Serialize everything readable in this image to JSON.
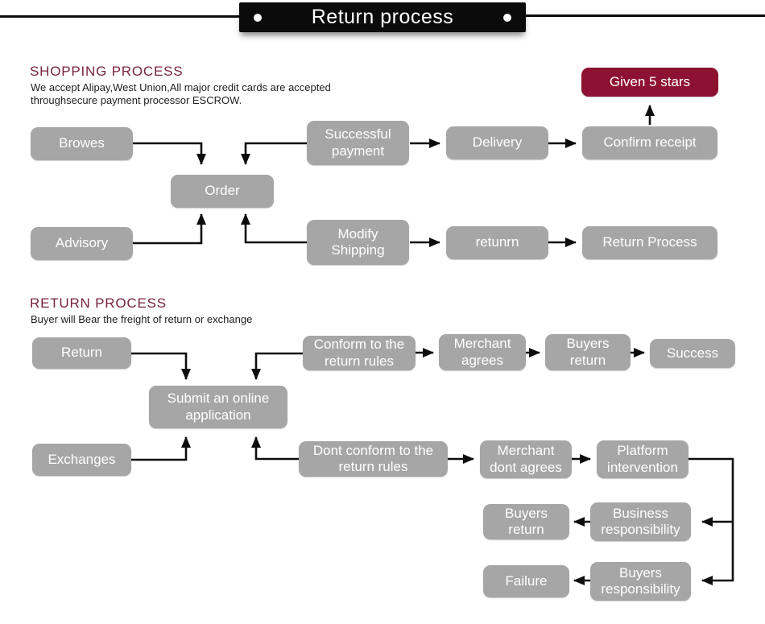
{
  "header": {
    "title": "Return process"
  },
  "shopping": {
    "heading": "SHOPPING PROCESS",
    "subtitle_line1": "We accept Alipay,West Union,All major credit cards are accepted",
    "subtitle_line2": "throughsecure payment processor ESCROW."
  },
  "return": {
    "heading": "RETURN PROCESS",
    "subtitle_line1": "Buyer will Bear the freight of return or exchange"
  },
  "nodes": {
    "browes": "Browes",
    "successful_payment": "Successful\npayment",
    "delivery": "Delivery",
    "confirm_receipt": "Confirm receipt",
    "given_5_stars": "Given 5 stars",
    "order": "Order",
    "advisory": "Advisory",
    "modify_shipping": "Modify\nShipping",
    "retunrn": "retunrn",
    "return_process": "Return Process",
    "return": "Return",
    "conform": "Conform to the\nreturn rules",
    "merchant_agrees": "Merchant\nagrees",
    "buyers_return_top": "Buyers\nreturn",
    "success": "Success",
    "submit": "Submit an online\napplication",
    "exchanges": "Exchanges",
    "dont_conform": "Dont conform to the\nreturn rules",
    "merchant_dont_agrees": "Merchant\ndont agrees",
    "platform_intervention": "Platform\nintervention",
    "buyers_return_bottom": "Buyers\nreturn",
    "business_responsibility": "Business\nresponsibility",
    "failure": "Failure",
    "buyers_responsibility": "Buyers\nresponsibility"
  },
  "edges": [
    {
      "from": "browes",
      "to": "order"
    },
    {
      "from": "successful_payment",
      "to": "order"
    },
    {
      "from": "advisory",
      "to": "order"
    },
    {
      "from": "modify_shipping",
      "to": "order"
    },
    {
      "from": "successful_payment",
      "to": "delivery"
    },
    {
      "from": "delivery",
      "to": "confirm_receipt"
    },
    {
      "from": "confirm_receipt",
      "to": "given_5_stars"
    },
    {
      "from": "modify_shipping",
      "to": "retunrn"
    },
    {
      "from": "retunrn",
      "to": "return_process"
    },
    {
      "from": "return",
      "to": "submit"
    },
    {
      "from": "conform",
      "to": "submit"
    },
    {
      "from": "exchanges",
      "to": "submit"
    },
    {
      "from": "dont_conform",
      "to": "submit"
    },
    {
      "from": "conform",
      "to": "merchant_agrees"
    },
    {
      "from": "merchant_agrees",
      "to": "buyers_return_top"
    },
    {
      "from": "buyers_return_top",
      "to": "success"
    },
    {
      "from": "dont_conform",
      "to": "merchant_dont_agrees"
    },
    {
      "from": "merchant_dont_agrees",
      "to": "platform_intervention"
    },
    {
      "from": "platform_intervention",
      "to": "business_responsibility"
    },
    {
      "from": "platform_intervention",
      "to": "buyers_responsibility"
    },
    {
      "from": "business_responsibility",
      "to": "buyers_return_bottom"
    },
    {
      "from": "buyers_responsibility",
      "to": "failure"
    }
  ],
  "colors": {
    "node_fill": "#a6a6a6",
    "accent_fill": "#8d1231",
    "heading_color": "#772342",
    "line_color": "#0d0d0d"
  }
}
